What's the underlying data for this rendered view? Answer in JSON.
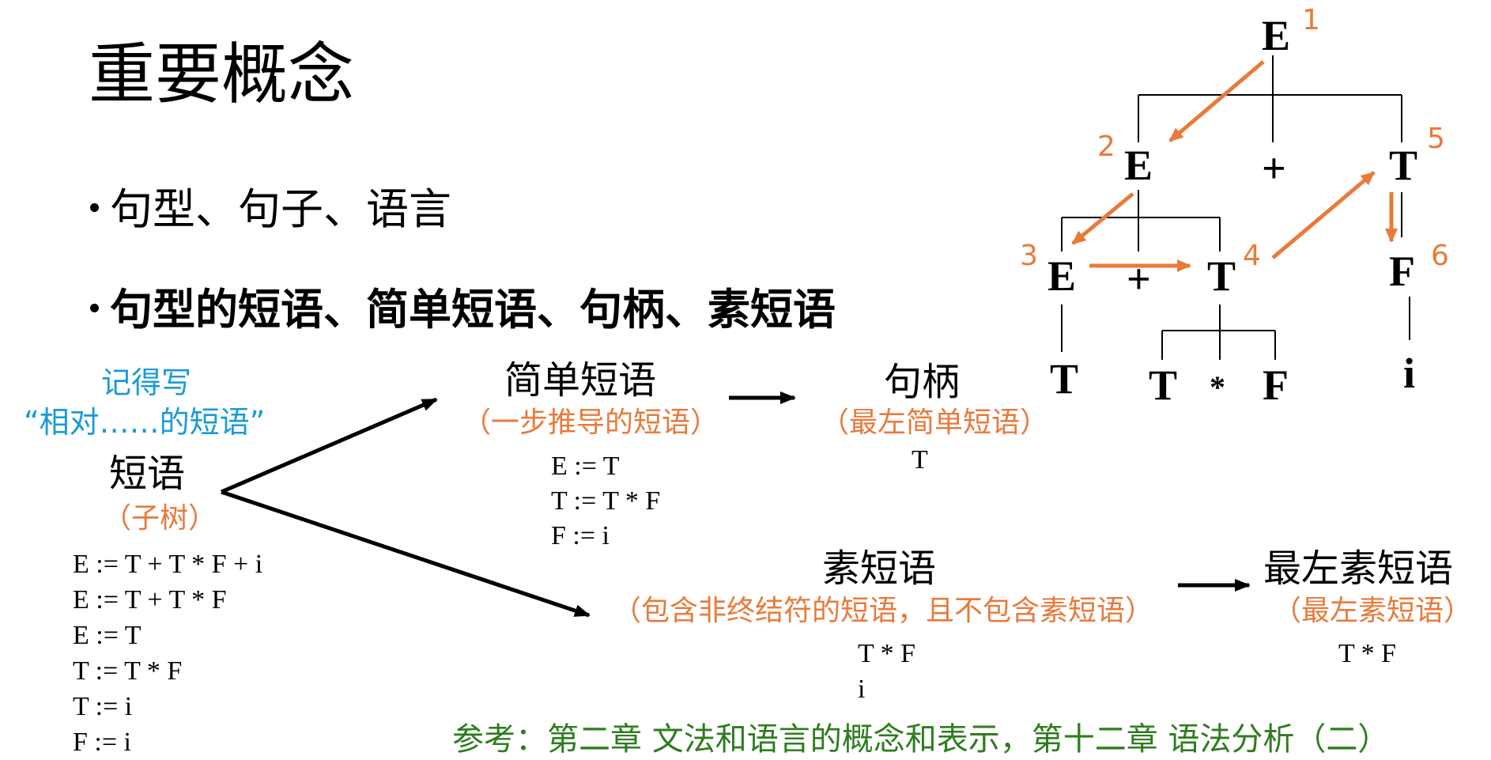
{
  "title": "重要概念",
  "bullets": [
    "句型、句子、语言",
    "句型的短语、简单短语、句柄、素短语"
  ],
  "note": {
    "line1": "记得写",
    "line2": "“相对……的短语”"
  },
  "phrase": {
    "label": "短语",
    "sub": "（子树）",
    "rules": [
      "E := T + T * F + i",
      "E := T + T * F",
      "E := T",
      "T := T * F",
      "T := i",
      "F := i"
    ]
  },
  "simple_phrase": {
    "label": "简单短语",
    "sub": "（一步推导的短语）",
    "rules": [
      "E := T",
      "T := T * F",
      "F := i"
    ]
  },
  "handle": {
    "label": "句柄",
    "sub": "（最左简单短语）",
    "rules": [
      "T"
    ]
  },
  "prime_phrase": {
    "label": "素短语",
    "sub": "（包含非终结符的短语，且不包含素短语）",
    "rules": [
      "T * F",
      "i"
    ]
  },
  "leftmost_prime": {
    "label": "最左素短语",
    "sub": "（最左素短语）",
    "rules": [
      "T * F"
    ]
  },
  "reference": "参考：第二章 文法和语言的概念和表示，第十二章 语法分析（二）",
  "tree": {
    "nodes": {
      "root": "E",
      "e2": "E",
      "plus1": "+",
      "t5": "T",
      "e3": "E",
      "plus2": "+",
      "t4": "T",
      "f6": "F",
      "t_leaf": "T",
      "t_leaf2": "T",
      "star": "*",
      "f_leaf": "F",
      "i_leaf": "i"
    },
    "order_numbers": [
      "1",
      "2",
      "3",
      "4",
      "5",
      "6"
    ]
  },
  "colors": {
    "accent_orange": "#e87a3b",
    "note_blue": "#1a9bd7",
    "reference_green": "#2e7d1e"
  }
}
